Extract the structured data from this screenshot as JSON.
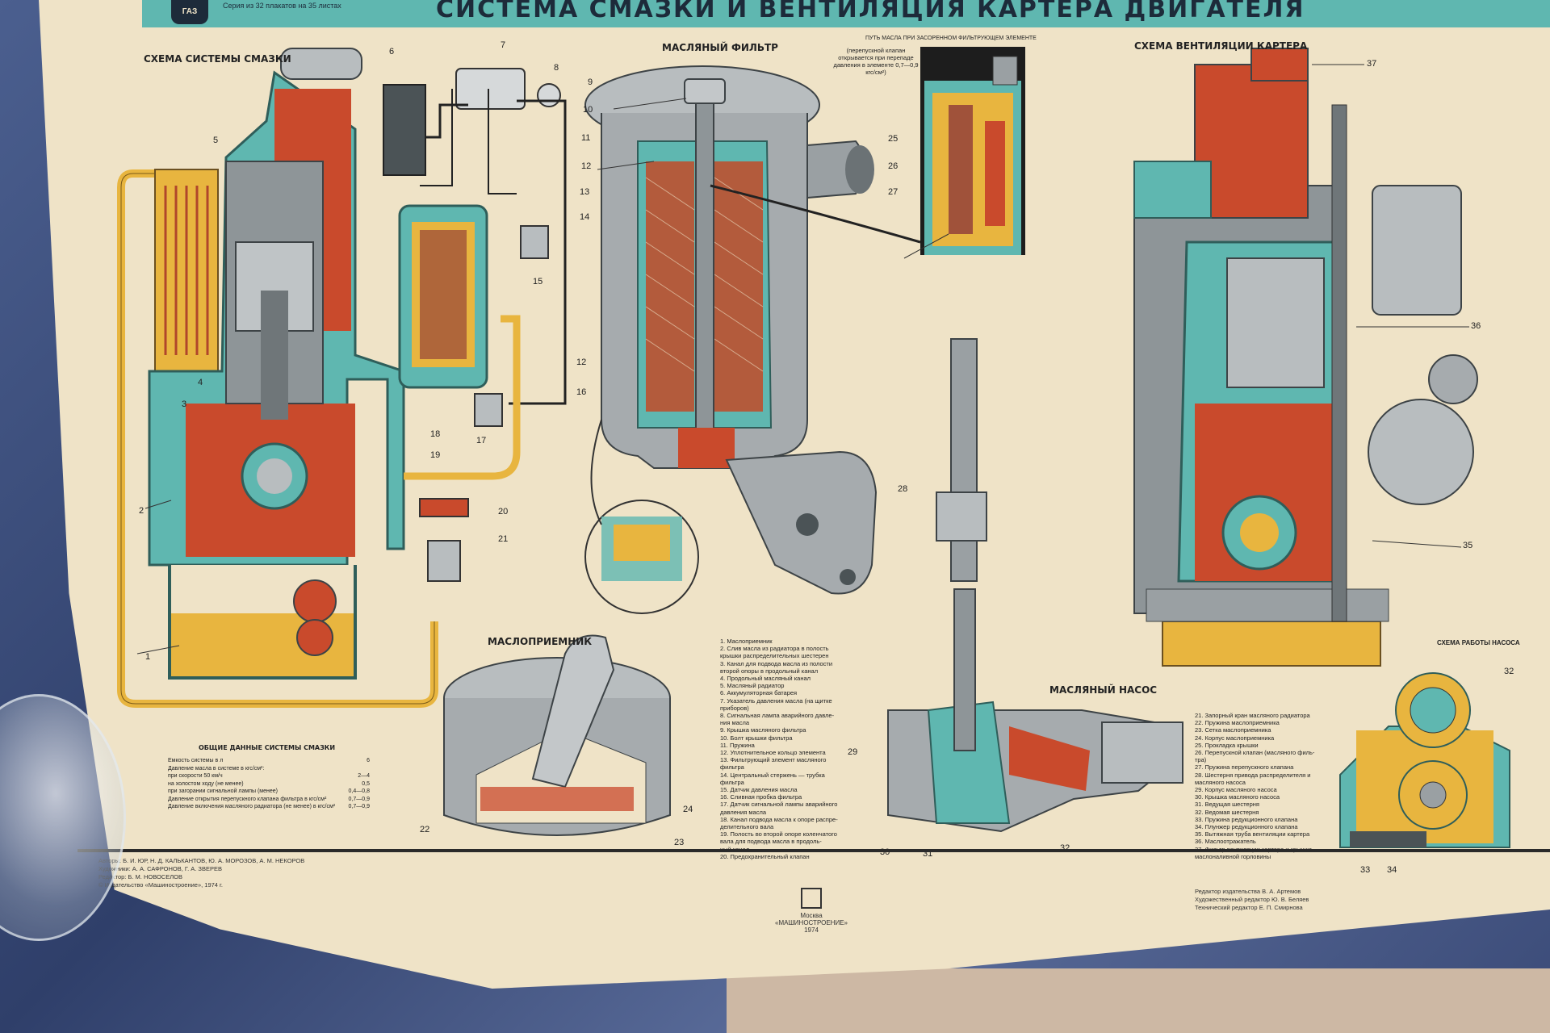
{
  "poster": {
    "title": "СИСТЕМА СМАЗКИ И ВЕНТИЛЯЦИЯ КАРТЕРА ДВИГАТЕЛЯ",
    "series_note": "Серия из 32 плакатов на 35 листах",
    "logo_text": "ГАЗ"
  },
  "sections": {
    "lubrication_scheme": "СХЕМА СИСТЕМЫ СМАЗКИ",
    "oil_filter": "МАСЛЯНЫЙ ФИЛЬТР",
    "clogged_path": "ПУТЬ МАСЛА ПРИ ЗАСОРЕННОМ ФИЛЬТРУЮЩЕМ ЭЛЕМЕНТЕ",
    "bypass_note": "(перепускной клапан открывается при перепаде давления в элементе 0,7—0,9 кгс/см²)",
    "crankcase_vent": "СХЕМА ВЕНТИЛЯЦИИ КАРТЕРА",
    "oil_intake": "МАСЛОПРИЕМНИК",
    "oil_pump": "МАСЛЯНЫЙ НАСОС",
    "pump_scheme": "СХЕМА РАБОТЫ НАСОСА",
    "general_data": "ОБЩИЕ ДАННЫЕ СИСТЕМЫ СМАЗКИ"
  },
  "numbers": {
    "n1": "1",
    "n2": "2",
    "n3": "3",
    "n4": "4",
    "n5": "5",
    "n6": "6",
    "n7": "7",
    "n8": "8",
    "n9": "9",
    "n10": "10",
    "n11": "11",
    "n12": "12",
    "n12b": "12",
    "n13": "13",
    "n14": "14",
    "n15": "15",
    "n16": "16",
    "n17": "17",
    "n18": "18",
    "n19": "19",
    "n20": "20",
    "n21": "21",
    "n22": "22",
    "n23": "23",
    "n24": "24",
    "n25": "25",
    "n26": "26",
    "n27": "27",
    "n28": "28",
    "n29": "29",
    "n30": "30",
    "n31": "31",
    "n32": "32",
    "n32b": "32",
    "n33": "33",
    "n34": "34",
    "n35": "35",
    "n36": "36",
    "n37": "37"
  },
  "legend_left": [
    "1. Маслоприемник",
    "2. Слив масла из радиатора в полость",
    "   крышки распределительных шестерен",
    "3. Канал для подвода масла из полости",
    "   второй опоры в продольный канал",
    "4. Продольный масляный канал",
    "5. Масляный радиатор",
    "6. Аккумуляторная батарея",
    "7. Указатель давления масла (на щитке",
    "   приборов)",
    "8. Сигнальная лампа аварийного давле-",
    "   ния масла",
    "9. Крышка масляного фильтра",
    "10. Болт крышки фильтра",
    "11. Пружина",
    "12. Уплотнительное кольцо элемента",
    "13. Фильтрующий элемент масляного",
    "    фильтра",
    "14. Центральный стержень — трубка",
    "    фильтра",
    "15. Датчик давления масла",
    "16. Сливная пробка фильтра",
    "17. Датчик сигнальной лампы аварийного",
    "    давления масла",
    "18. Канал подвода масла к опоре распре-",
    "    делительного вала",
    "19. Полость во второй опоре коленчатого",
    "    вала для подвода масла в продоль-",
    "    ный канал",
    "20. Предохранительный клапан"
  ],
  "legend_right": [
    "21. Запорный кран масляного радиатора",
    "22. Пружина маслоприемника",
    "23. Сетка маслоприемника",
    "24. Корпус маслоприемника",
    "25. Прокладка крышки",
    "26. Перепускной клапан (масляного филь-",
    "    тра)",
    "27. Пружина перепускного клапана",
    "28. Шестерня привода распределителя и",
    "    масляного насоса",
    "29. Корпус масляного насоса",
    "30. Крышка масляного насоса",
    "31. Ведущая шестерня",
    "32. Ведомая шестерня",
    "33. Пружина редукционного клапана",
    "34. Плунжер редукционного клапана",
    "35. Вытяжная труба вентиляции картера",
    "36. Маслоотражатель",
    "37. Фильтр вентиляции картера и крышка",
    "    маслоналивной горловины"
  ],
  "general_data_rows": [
    {
      "label": "Емкость системы в л",
      "value": "6"
    },
    {
      "label": "Давление масла в системе в кгс/см²:",
      "value": ""
    },
    {
      "label": "  при скорости 50 км/ч",
      "value": "2—4"
    },
    {
      "label": "  на холостом ходу (не менее)",
      "value": "0,5"
    },
    {
      "label": "  при загорании сигнальной лампы (менее)",
      "value": "0,4—0,8"
    },
    {
      "label": "Давление открытия перепускного клапана фильтра в кгс/см²",
      "value": "0,7—0,9"
    },
    {
      "label": "Давление включения масляного радиатора (не менее) в кгс/см²",
      "value": "0,7—0,9"
    }
  ],
  "credits_left": [
    "Авторы: Б. И. ЮР, Н. Д. КАЛЬКАНТОВ, Ю. А. МОРОЗОВ, А. М. НЕКОРОВ",
    "Художники: А. А. САФРОНОВ, Г. А. ЗВЕРЕВ",
    "Редактор: Б. М. НОВОСЕЛОВ",
    "© Издательство «Машиностроение», 1974 г."
  ],
  "credits_right": [
    "Редактор издательства В. А. Артемов",
    "Художественный редактор Ю. В. Беляев",
    "Технический редактор Е. П. Смирнова"
  ],
  "publisher": {
    "city": "Москва",
    "name": "«МАШИНОСТРОЕНИЕ»",
    "year": "1974"
  },
  "colors": {
    "oil_yellow": "#e8b53f",
    "teal": "#5fb7b0",
    "red_cavity": "#c94a2c",
    "metal_grey": "#9aa0a3",
    "paper": "#efe3c7"
  }
}
